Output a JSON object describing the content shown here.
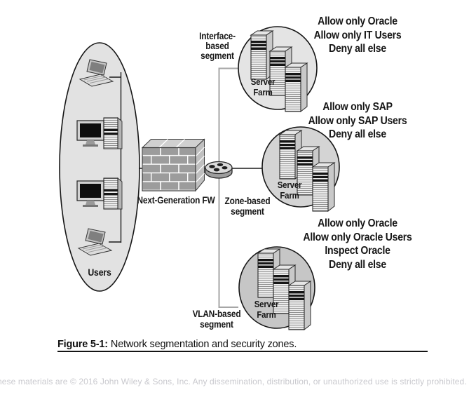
{
  "labels": {
    "users": "Users",
    "firewall": "Next-Generation FW",
    "interface_segment": [
      "Interface-",
      "based",
      "segment"
    ],
    "zone_segment": [
      "Zone-based",
      "segment"
    ],
    "vlan_segment": [
      "VLAN-based",
      "segment"
    ]
  },
  "farms": [
    {
      "name": [
        "Server",
        "Farm"
      ],
      "policy": [
        "Allow only Oracle",
        "Allow only IT Users",
        "Deny all else"
      ]
    },
    {
      "name": [
        "Server",
        "Farm"
      ],
      "policy": [
        "Allow only SAP",
        "Allow only SAP Users",
        "Deny all else"
      ]
    },
    {
      "name": [
        "Server",
        "Farm"
      ],
      "policy": [
        "Allow only Oracle",
        "Allow only Oracle Users",
        "Inspect Oracle",
        "Deny all else"
      ]
    }
  ],
  "figure": {
    "caption_label": "Figure 5-1:",
    "caption_text": "Network segmentation and security zones."
  },
  "footer_text": "nese materials are © 2016 John Wiley & Sons, Inc. Any dissemination, distribution, or unauthorized use is strictly prohibited.",
  "colors": {
    "users_fill": "#e2e2e2",
    "farm1_fill": "#e4e4e4",
    "farm2_fill": "#d4d4d4",
    "farm3_fill": "#c6c6c6",
    "segment_line": "#a6a6a6",
    "ink": "#161616",
    "footer_gray": "#c9c9ce"
  }
}
